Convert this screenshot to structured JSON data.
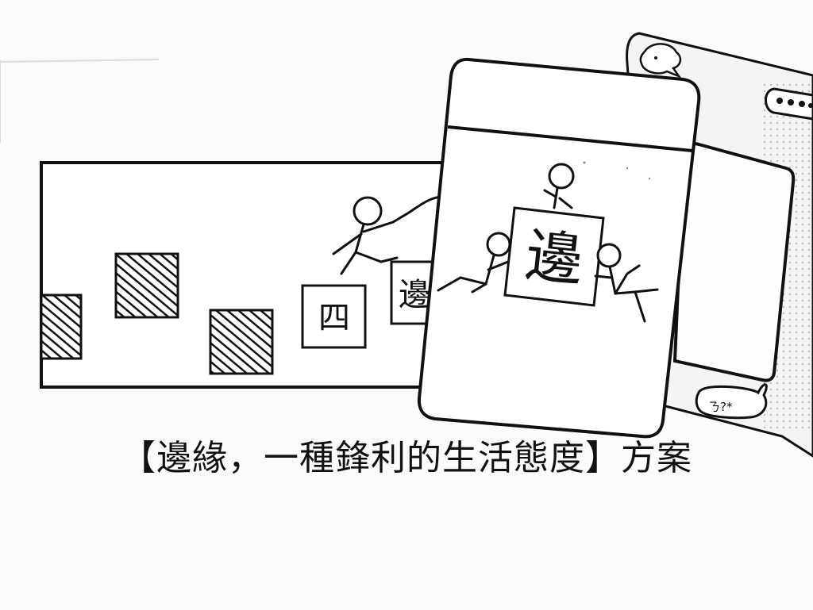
{
  "illustration": {
    "box_char_four": "四",
    "box_char_bian_small": "邊",
    "card_char_bian": "邊",
    "bubble_glyph": "ㄋ?*"
  },
  "caption": {
    "text": "【邊緣，一種鋒利的生活態度】方案"
  },
  "colors": {
    "ink": "#111111",
    "paper": "#fbfbfb",
    "card_fill": "#ffffff"
  }
}
